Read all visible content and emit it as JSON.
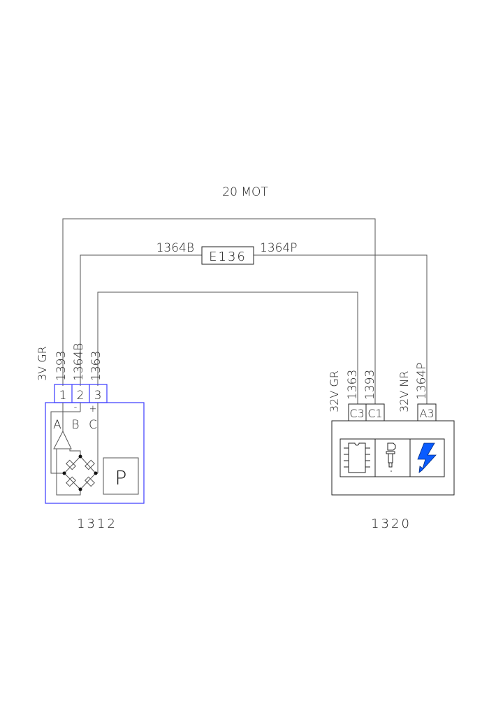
{
  "harness": {
    "label": "20 MOT"
  },
  "splice": {
    "label": "E136",
    "left_wire": "1364B",
    "right_wire": "1364P"
  },
  "component_1312": {
    "id": "1312",
    "connector_info": "3V GR",
    "wires": [
      "1393",
      "1364B",
      "1363"
    ],
    "pins": [
      "1",
      "2",
      "3"
    ],
    "terminals": [
      "A",
      "B",
      "C"
    ],
    "polarity": [
      "-",
      "+"
    ],
    "symbol": "P"
  },
  "component_1320": {
    "id": "1320",
    "connector_c_info": "32V GR",
    "connector_a_info": "32V NR",
    "wires_c": [
      "1363",
      "1393"
    ],
    "wire_a": "1364P",
    "pins": [
      "C3",
      "C1",
      "A3"
    ],
    "icons": [
      "ic-chip-icon",
      "injector-icon",
      "lightning-icon"
    ],
    "accent_color": "#0a5cff"
  }
}
